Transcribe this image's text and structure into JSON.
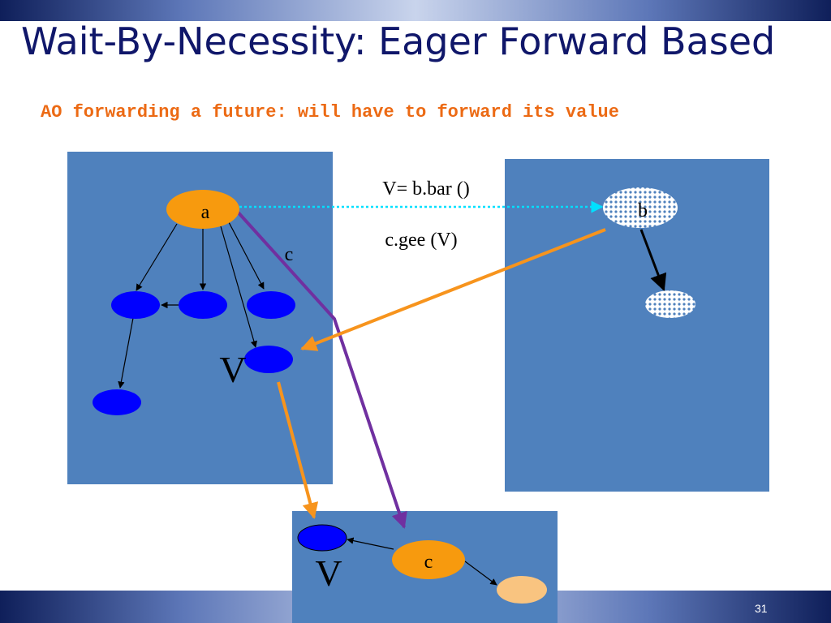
{
  "slide": {
    "title": "Wait-By-Necessity: Eager Forward Based",
    "subtitle": "AO forwarding a future: will have to forward its value",
    "page_number": "31"
  },
  "diagram": {
    "call_bar": "V= b.bar ()",
    "call_gee": "c.gee (V)",
    "node_a_label": "a",
    "node_b_label": "b",
    "node_c_label": "c",
    "link_c_label": "c",
    "future_v_label": "V",
    "future_v_copy_label": "V"
  },
  "colors": {
    "activity_box": "#4f81bd",
    "active_object": "#f79a0e",
    "passive_object": "#0000ff",
    "future_arrow": "#f7941d",
    "reference_arrow": "#7030a0",
    "request_arrow": "#00e0ff"
  }
}
